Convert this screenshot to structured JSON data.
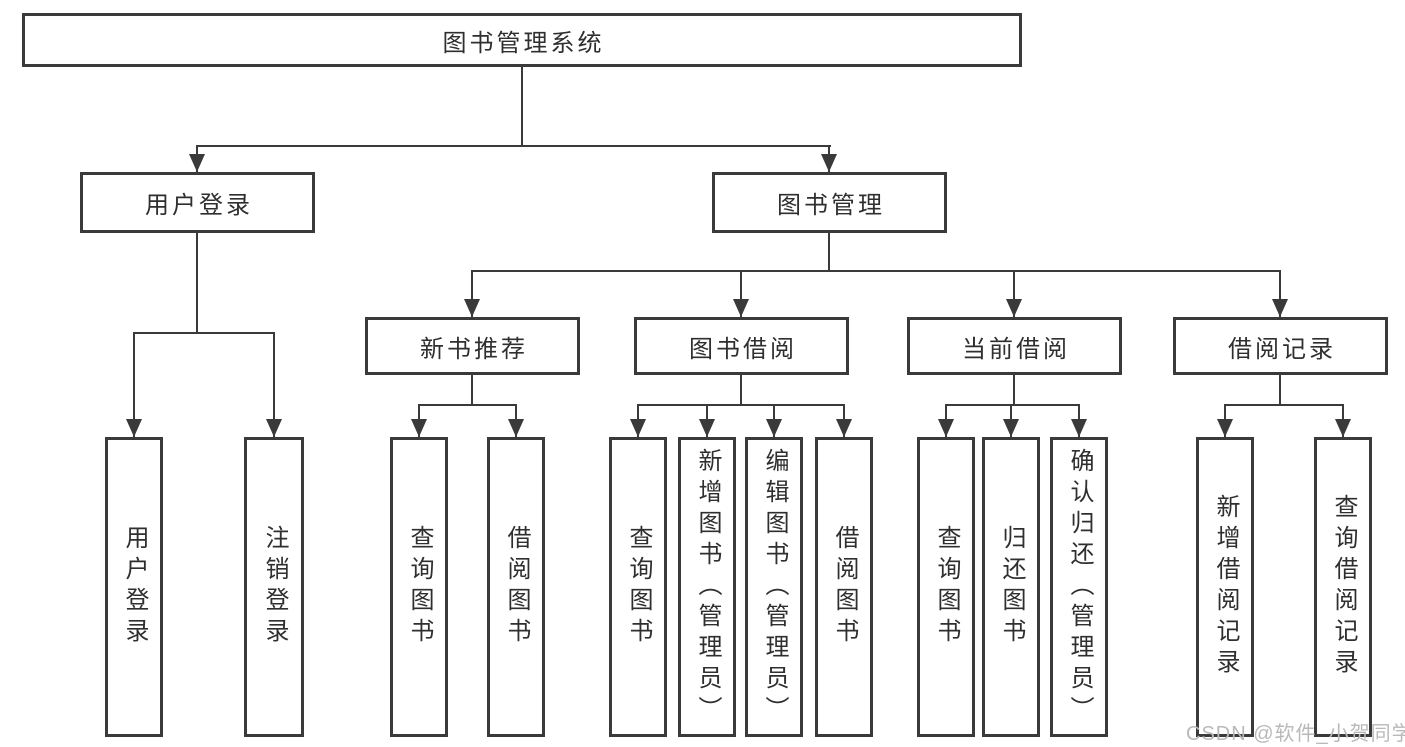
{
  "tree": {
    "root": {
      "label": "图书管理系统"
    },
    "branches": [
      {
        "label": "用户登录",
        "children": [
          {
            "label": "用户登录"
          },
          {
            "label": "注销登录"
          }
        ]
      },
      {
        "label": "图书管理",
        "children": [
          {
            "label": "新书推荐",
            "children": [
              {
                "label": "查询图书"
              },
              {
                "label": "借阅图书"
              }
            ]
          },
          {
            "label": "图书借阅",
            "children": [
              {
                "label": "查询图书"
              },
              {
                "label": "新增图书（管理员）"
              },
              {
                "label": "编辑图书（管理员）"
              },
              {
                "label": "借阅图书"
              }
            ]
          },
          {
            "label": "当前借阅",
            "children": [
              {
                "label": "查询图书"
              },
              {
                "label": "归还图书"
              },
              {
                "label": "确认归还（管理员）"
              }
            ]
          },
          {
            "label": "借阅记录",
            "children": [
              {
                "label": "新增借阅记录"
              },
              {
                "label": "查询借阅记录"
              }
            ]
          }
        ]
      }
    ]
  },
  "watermark": {
    "text": "CSDN @软件_小贺同学"
  },
  "colors": {
    "line": "#3a3a3a",
    "text": "#2f2f2f",
    "watermark": "#b9b9b9",
    "background": "#ffffff"
  }
}
